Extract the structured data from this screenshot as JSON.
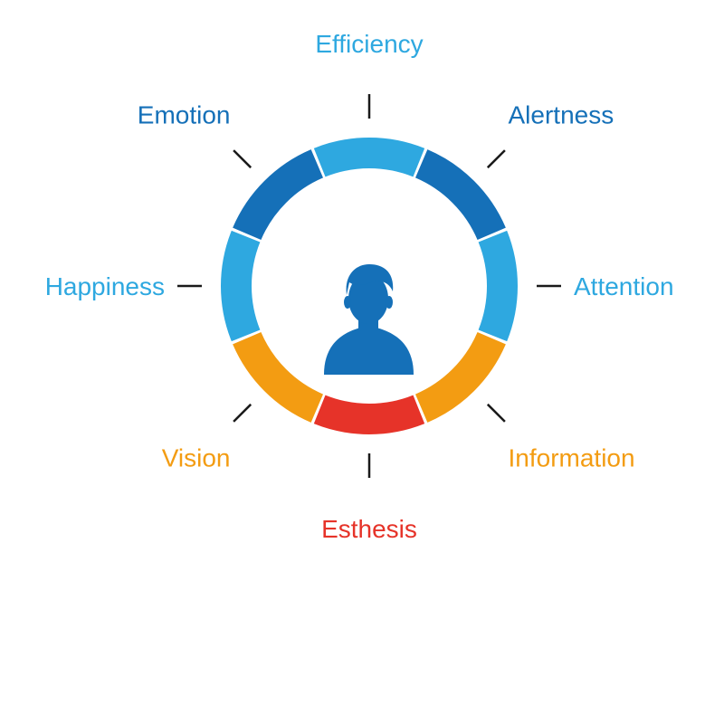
{
  "colors": {
    "light_blue": "#2ea8e0",
    "dark_blue": "#1570b8",
    "orange": "#f39c12",
    "red": "#e63329",
    "tick": "#1a1a1a",
    "background": "#ffffff"
  },
  "center_icon": "person-icon",
  "segments": [
    {
      "label": "Efficiency",
      "color": "#2ea8e0"
    },
    {
      "label": "Alertness",
      "color": "#1570b8"
    },
    {
      "label": "Attention",
      "color": "#2ea8e0"
    },
    {
      "label": "Information",
      "color": "#f39c12"
    },
    {
      "label": "Esthesis",
      "color": "#e63329"
    },
    {
      "label": "Vision",
      "color": "#f39c12"
    },
    {
      "label": "Happiness",
      "color": "#2ea8e0"
    },
    {
      "label": "Emotion",
      "color": "#1570b8"
    }
  ]
}
